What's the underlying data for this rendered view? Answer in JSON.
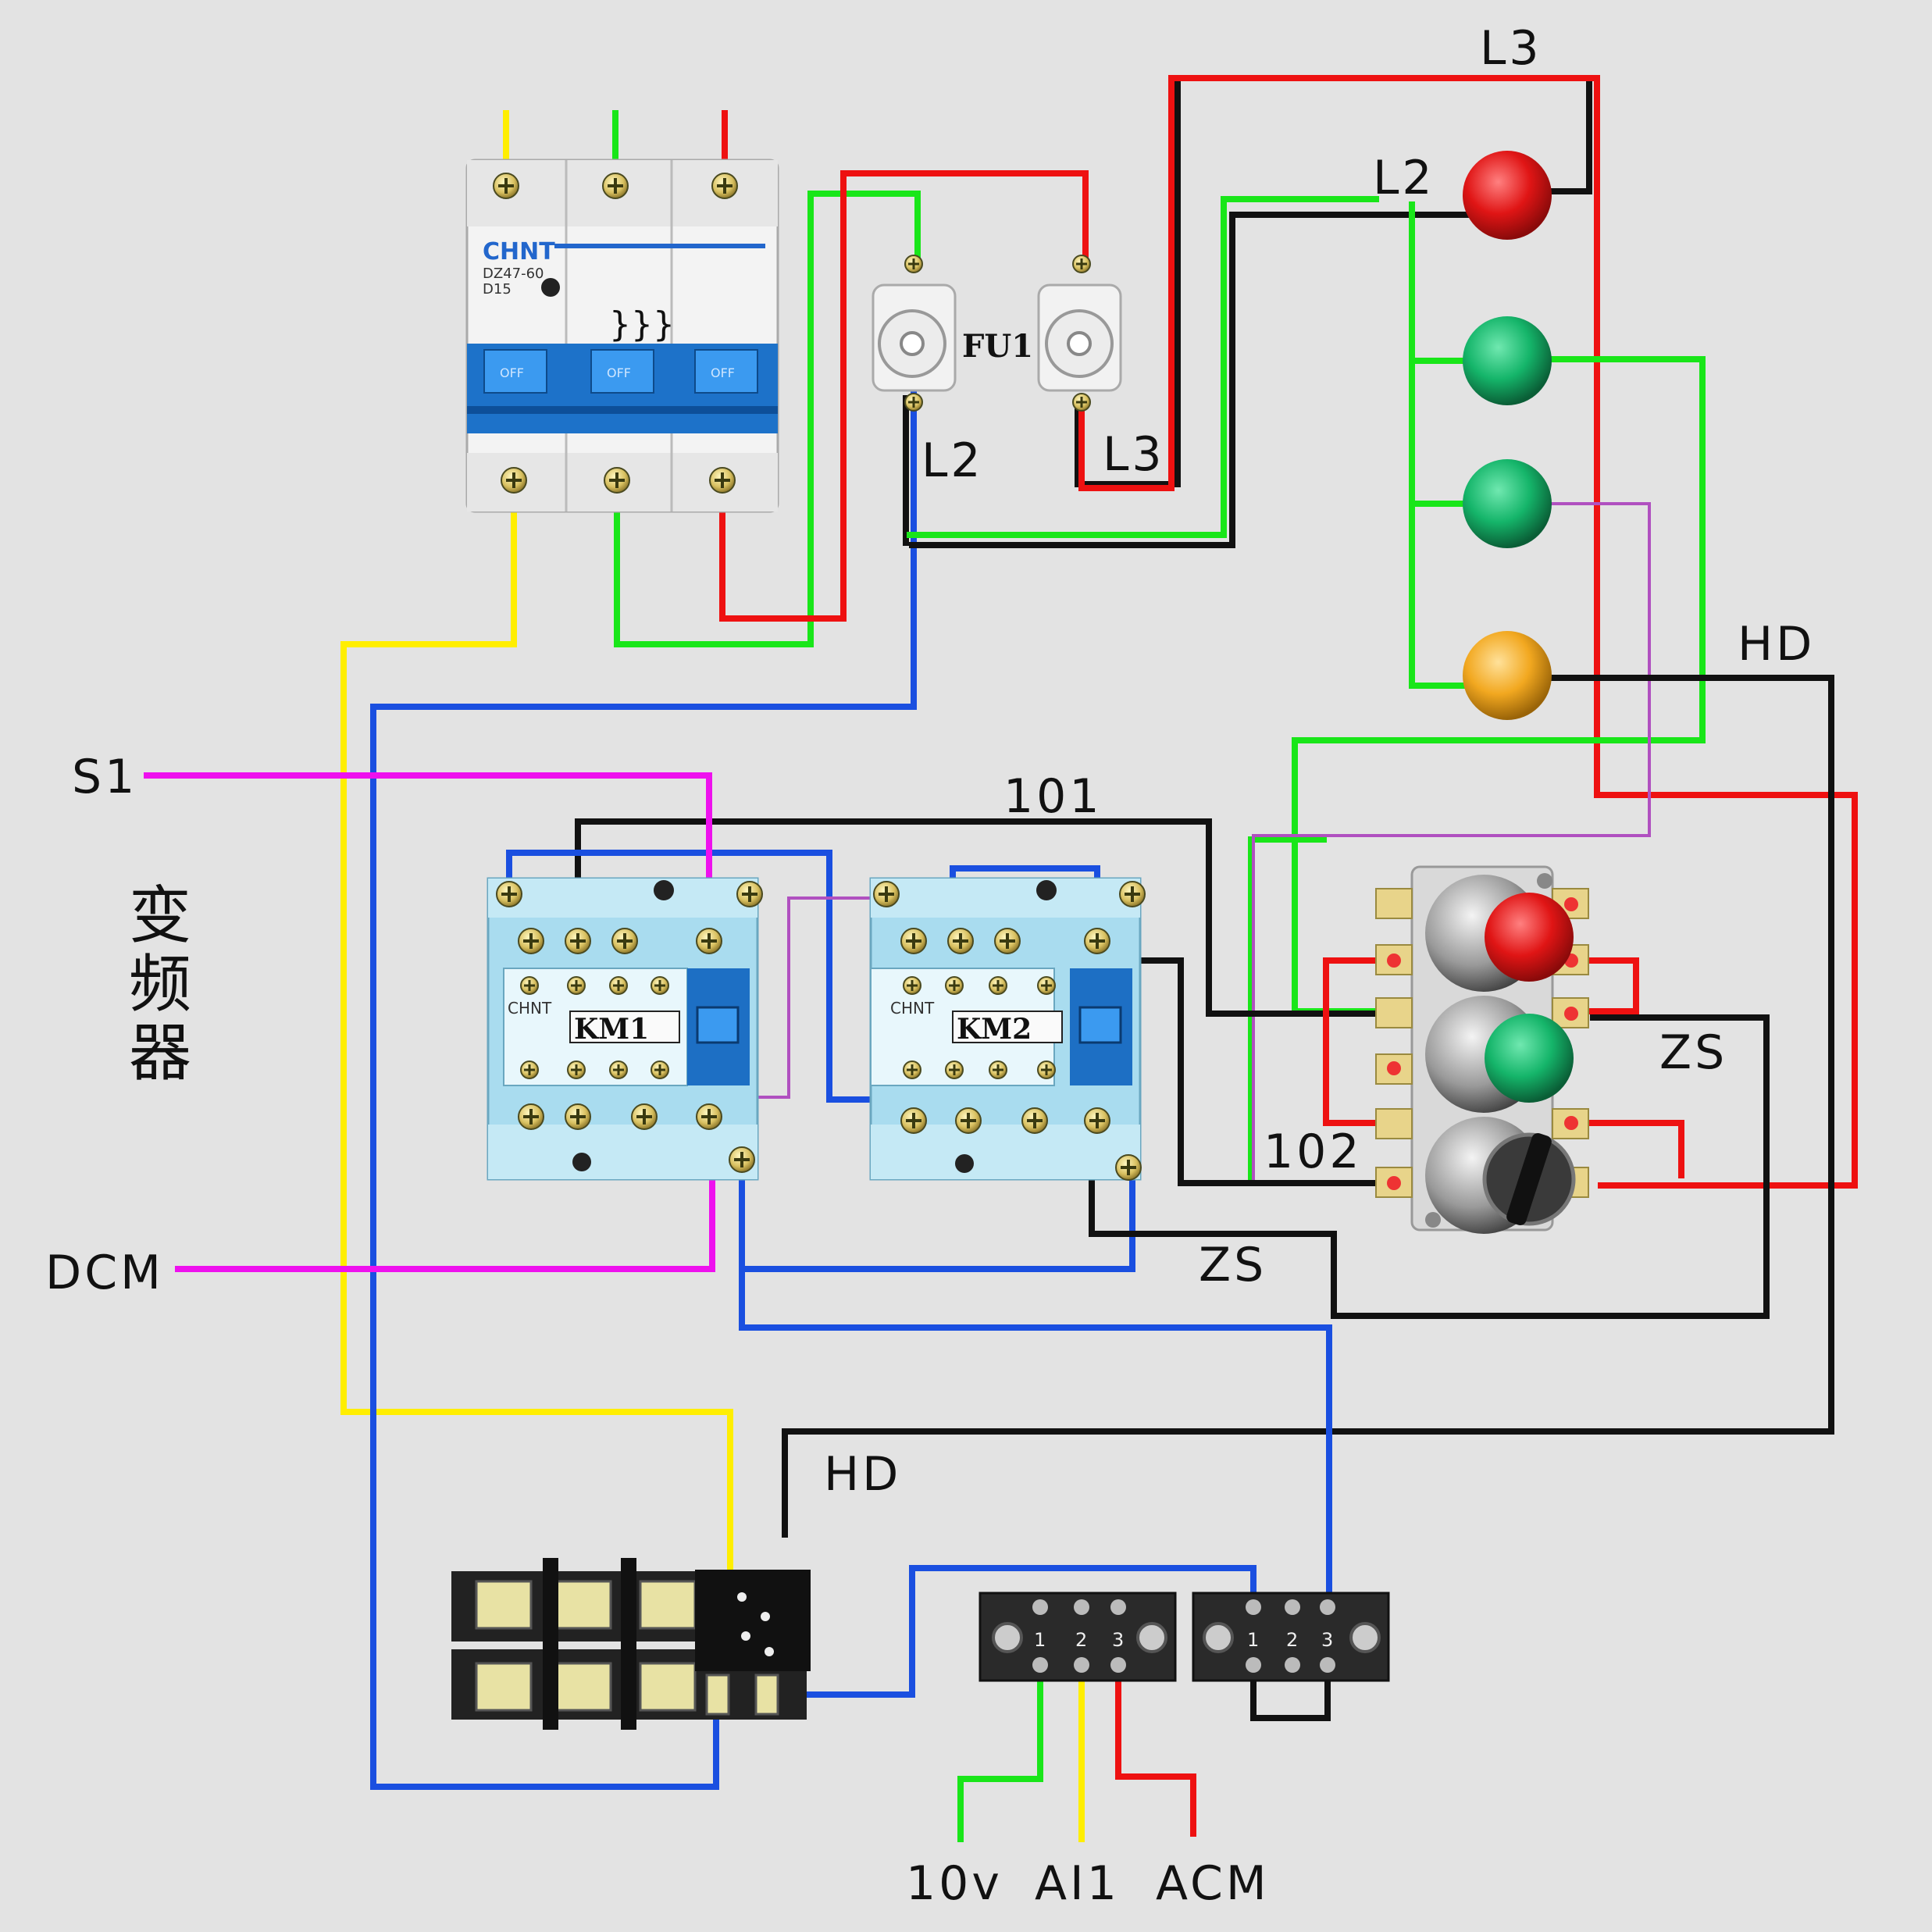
{
  "labels": {
    "l3_top": "L3",
    "l2_top": "L2",
    "fu1": "FU1",
    "l2_fuse": "L2",
    "l3_fuse": "L3",
    "hd_right": "HD",
    "s1": "S1",
    "w101": "101",
    "inverter": "变频器",
    "zs_panel": "ZS",
    "w102": "102",
    "dcm": "DCM",
    "zs_bottom": "ZS",
    "hd_bottom": "HD",
    "v10": "10v",
    "ai1": "AI1",
    "acm": "ACM"
  },
  "breaker": {
    "brand": "CHNT",
    "model": "DZ47-60",
    "rating": "D15",
    "switch_label": "OFF"
  },
  "contactors": {
    "km1": "KM1",
    "km2": "KM2",
    "brand": "CHNT"
  },
  "terminal_blocks": {
    "numbers": [
      "1",
      "2",
      "3"
    ]
  },
  "colors": {
    "yellow": "#ffee00",
    "green": "#19e619",
    "red": "#ee1111",
    "blue": "#1a4fe0",
    "black": "#111111",
    "magenta": "#ee11ee",
    "lamp_red": "#e01515",
    "lamp_green": "#15b56a",
    "lamp_yellow": "#f2a820",
    "contactor_body": "#a9dcef",
    "background": "#e3e3e3"
  },
  "icons": {
    "pilot_lamp": "pilot-lamp-icon",
    "fuse": "fuse-holder-icon",
    "push_button": "push-button-icon",
    "selector_switch": "selector-switch-icon",
    "screw_terminal": "screw-terminal-icon"
  }
}
